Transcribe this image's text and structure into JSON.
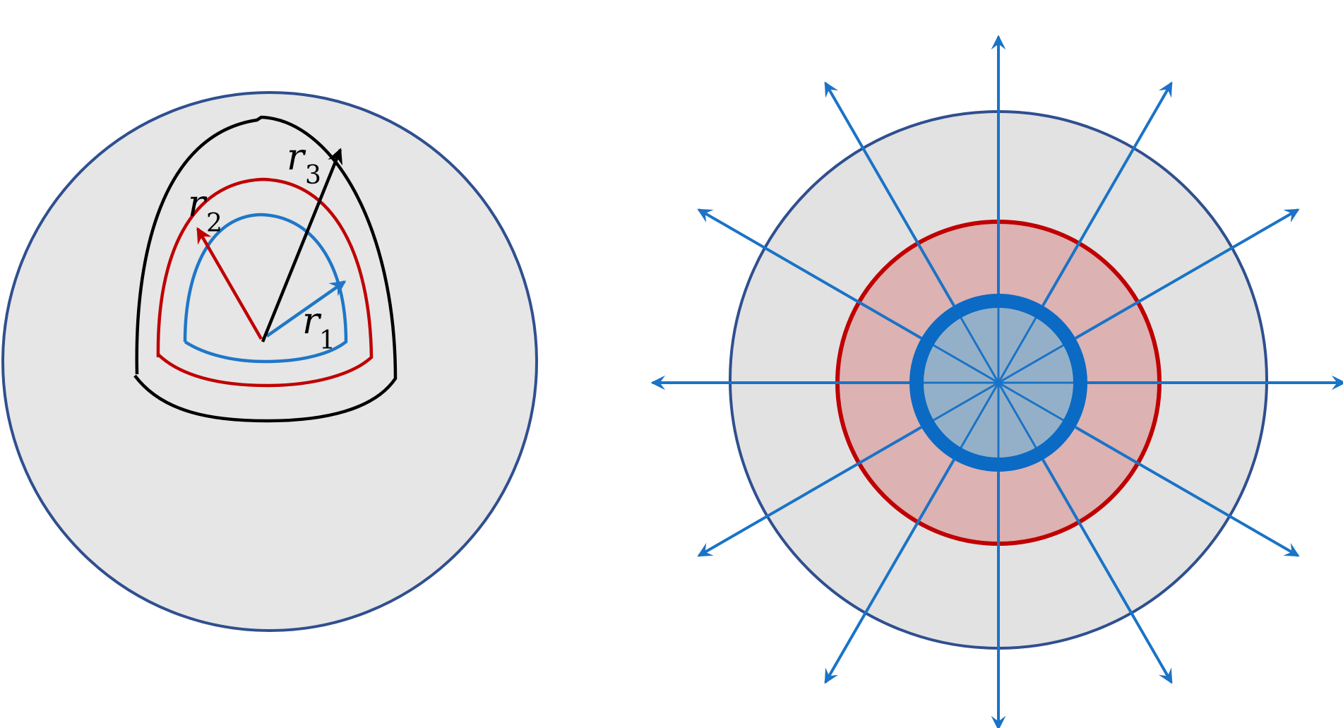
{
  "labels": {
    "r1": {
      "base": "r",
      "sub": "1"
    },
    "r2": {
      "base": "r",
      "sub": "2"
    },
    "r3": {
      "base": "r",
      "sub": "3"
    }
  },
  "colors": {
    "sphere_fill": "#e6e6e6",
    "sphere_outline": "#2f4f8f",
    "inner_blue": "#1f77c8",
    "middle_red": "#c00000",
    "outer_black": "#000000",
    "red_region_fill": "#dcb2b3",
    "blue_core_fill": "#94b0c8",
    "blue_ring": "#0a6ac4",
    "field_line": "#1a73c6"
  },
  "icons": {
    "field_arrow": "arrow-head-icon"
  }
}
